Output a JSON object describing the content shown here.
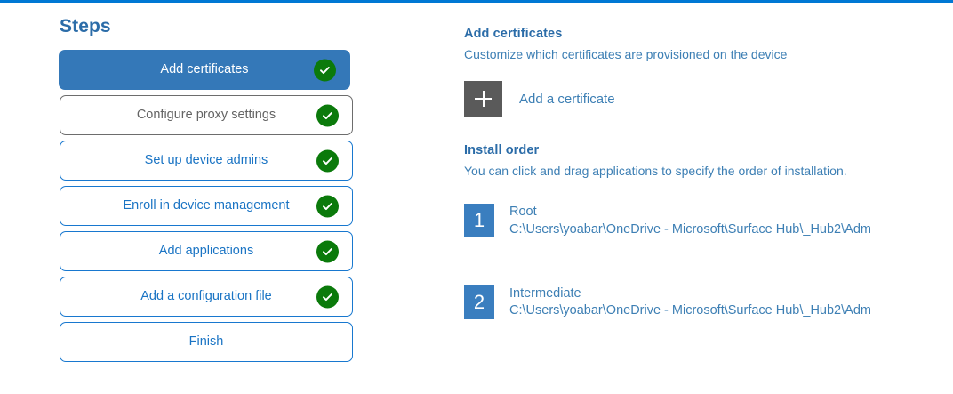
{
  "accent_color": "#0078d4",
  "selected_step_color": "#3478b8",
  "check_color": "#0b7a0b",
  "steps_panel": {
    "title": "Steps",
    "items": [
      {
        "label": "Add certificates",
        "state": "selected",
        "completed": true
      },
      {
        "label": "Configure proxy settings",
        "state": "muted",
        "completed": true
      },
      {
        "label": "Set up device admins",
        "state": "default",
        "completed": true
      },
      {
        "label": "Enroll in device management",
        "state": "default",
        "completed": true
      },
      {
        "label": "Add applications",
        "state": "default",
        "completed": true
      },
      {
        "label": "Add a configuration file",
        "state": "default",
        "completed": true
      },
      {
        "label": "Finish",
        "state": "default",
        "completed": false
      }
    ]
  },
  "detail_panel": {
    "heading": "Add certificates",
    "subheading": "Customize which certificates are provisioned on the device",
    "add_certificate_label": "Add a certificate",
    "install_order": {
      "heading": "Install order",
      "subheading": "You can click and drag applications to specify the order of installation.",
      "items": [
        {
          "number": "1",
          "name": "Root",
          "path": "C:\\Users\\yoabar\\OneDrive - Microsoft\\Surface Hub\\_Hub2\\Adm"
        },
        {
          "number": "2",
          "name": "Intermediate",
          "path": "C:\\Users\\yoabar\\OneDrive - Microsoft\\Surface Hub\\_Hub2\\Adm"
        }
      ]
    }
  }
}
